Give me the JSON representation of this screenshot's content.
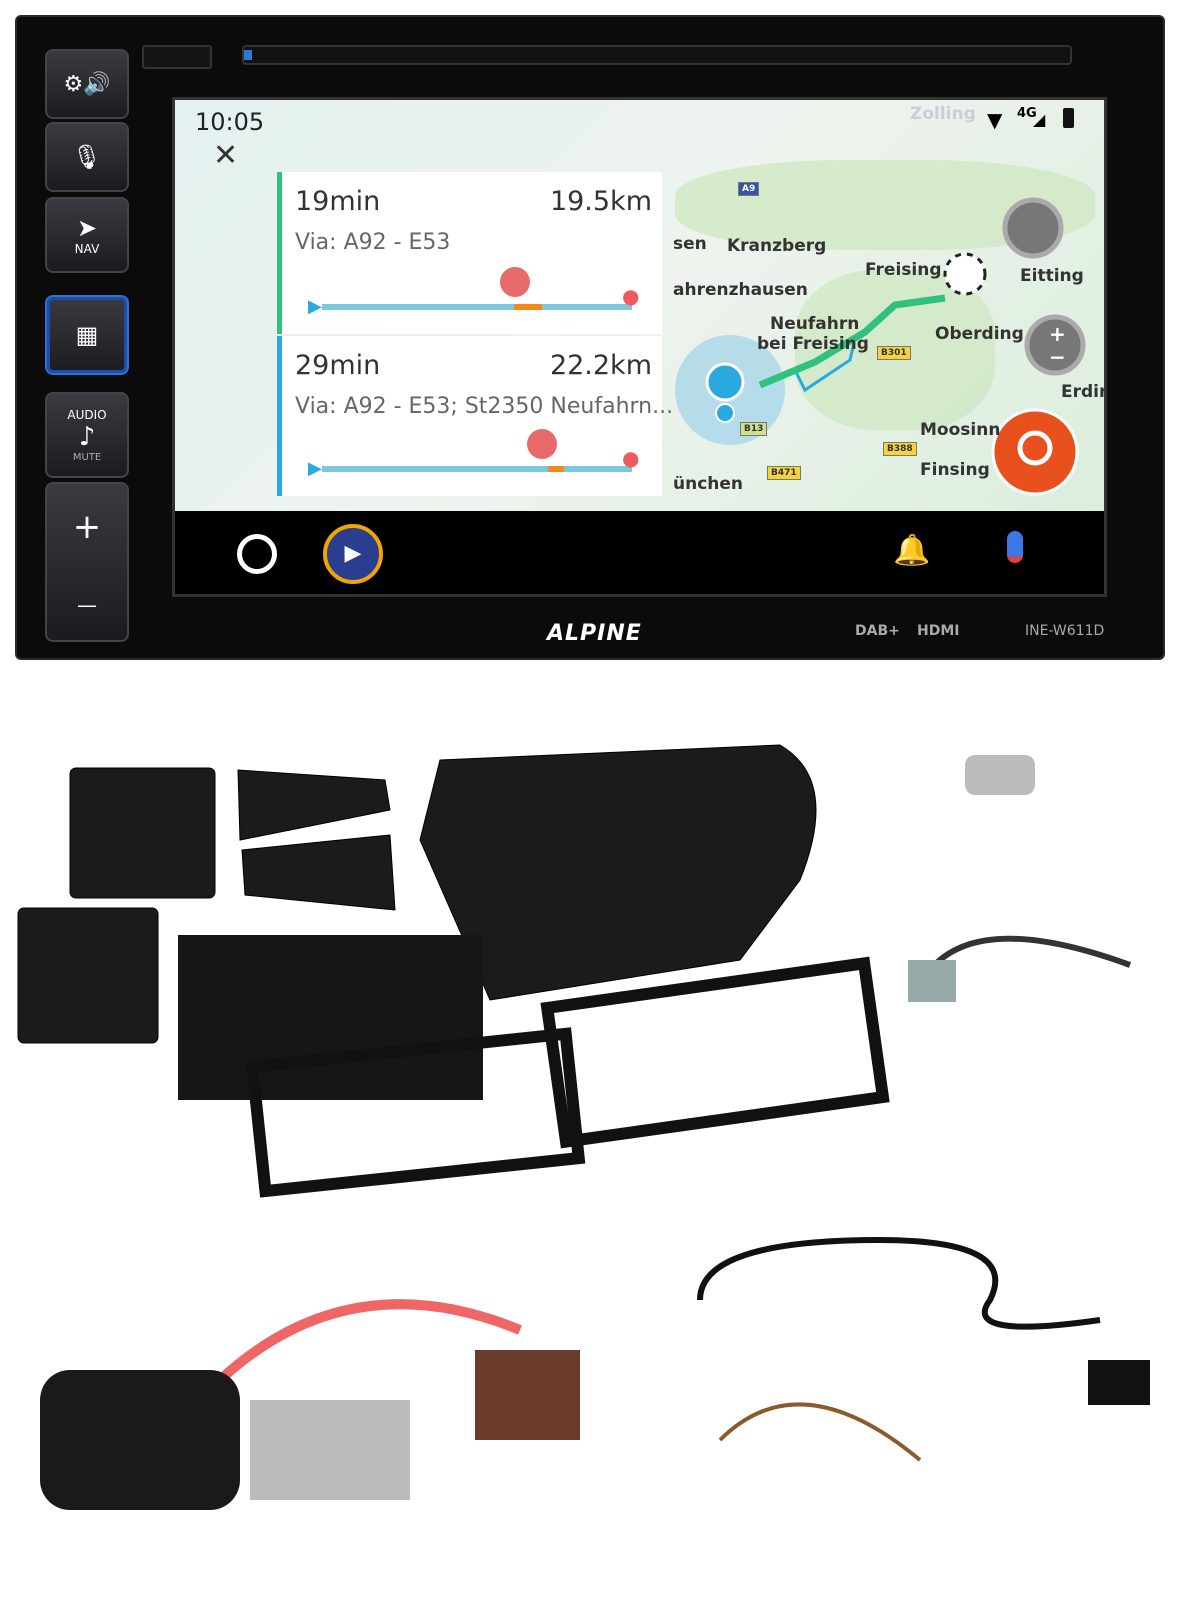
{
  "device": {
    "brand": "ALPINE",
    "model": "INE-W611D",
    "badges": [
      "DAB+",
      "HDMI"
    ]
  },
  "side_buttons": [
    {
      "icon": "settings-volume-icon"
    },
    {
      "icon": "mic-icon"
    },
    {
      "icon": "nav-icon",
      "label": "NAV"
    },
    {
      "icon": "apps-grid-icon"
    },
    {
      "icon": "music-note-icon",
      "label": "AUDIO",
      "sublabel": "MUTE"
    },
    {
      "plus": "+",
      "minus": "—"
    }
  ],
  "status": {
    "time": "10:05",
    "network": "4G"
  },
  "map": {
    "labels": [
      "Zolling",
      "Kranzberg",
      "Freising",
      "Eitting",
      "ahrenzhausen",
      "Neufahrn",
      "bei Freising",
      "Oberding",
      "Erdin",
      "Moosinn",
      "Finsing",
      "ünchen",
      "sen"
    ],
    "roads": [
      "A9",
      "B301",
      "B13",
      "B388",
      "B471"
    ]
  },
  "routes": [
    {
      "time": "19min",
      "distance": "19.5km",
      "via": "Via: A92 - E53",
      "color": "#2ec27e",
      "traffic": 0.62
    },
    {
      "time": "29min",
      "distance": "22.2km",
      "via": "Via: A92 - E53; St2350 Neufahrn...",
      "color": "#29a9e0",
      "traffic": 0.73
    }
  ],
  "zoom": {
    "plus": "+",
    "minus": "−"
  },
  "colors": {
    "accent": "#2f6fd6",
    "waze_orange": "#e8501e",
    "route_green": "#2ec27e"
  }
}
